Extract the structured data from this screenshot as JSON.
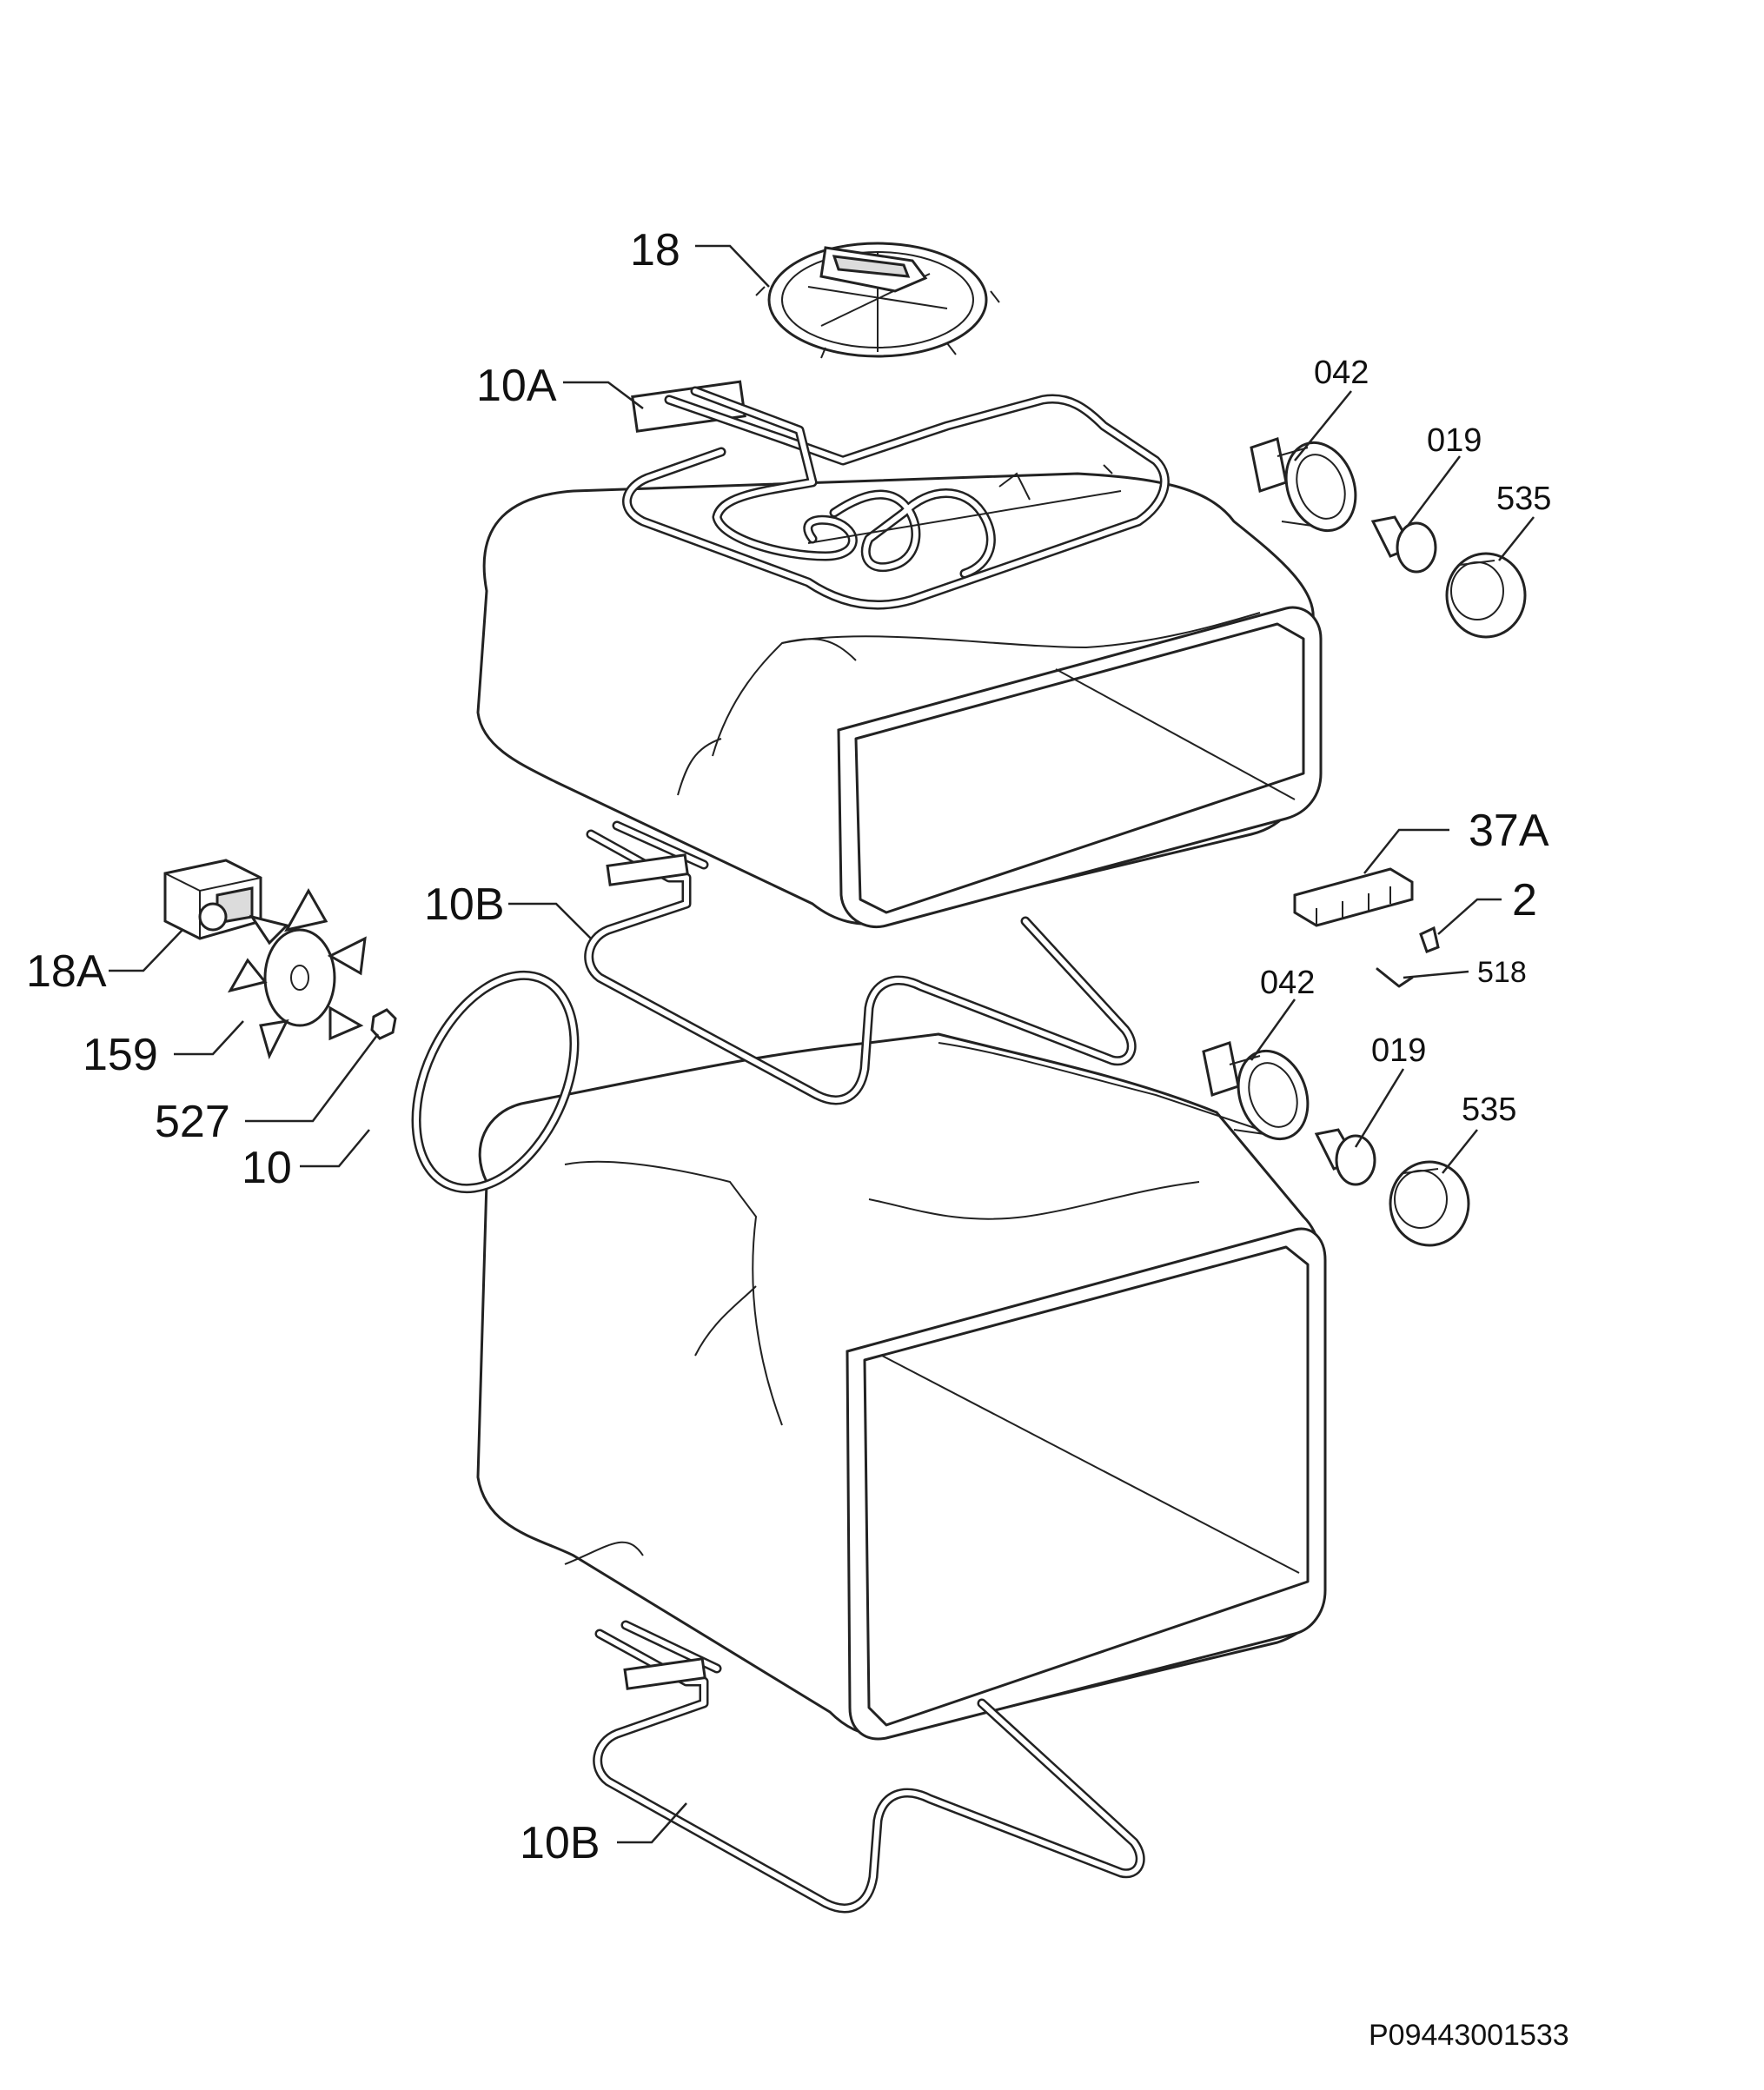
{
  "diagram": {
    "labels": {
      "fan_cover": "18",
      "top_grill_element": "10A",
      "lamp_holder_top": "042",
      "lamp_bulb_top": "019",
      "lamp_cover_top": "535",
      "terminal_block": "37A",
      "clip": "2",
      "clip_spring": "518",
      "lamp_holder_bottom": "042",
      "lamp_bulb_bottom": "019",
      "lamp_cover_bottom": "535",
      "bottom_element_upper": "10B",
      "fan_motor": "18A",
      "fan_blade": "159",
      "nut": "527",
      "circular_element": "10",
      "bottom_element_lower": "10B"
    },
    "drawing_code": "P09443001533"
  }
}
